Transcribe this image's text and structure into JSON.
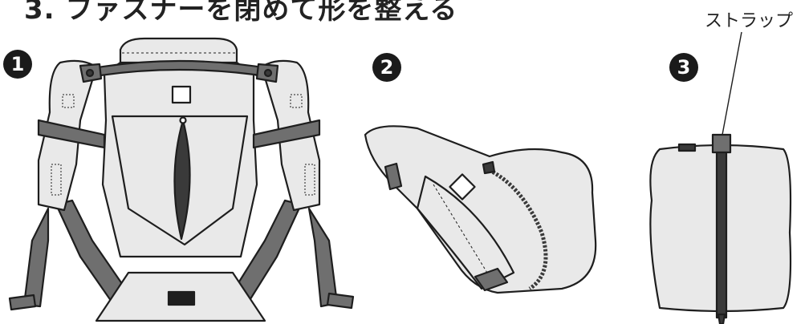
{
  "heading": "3. ファスナーを閉めて形を整える",
  "callout_label": "ストラップ",
  "steps": [
    {
      "number": "1"
    },
    {
      "number": "2"
    },
    {
      "number": "3"
    }
  ],
  "colors": {
    "outline": "#1e1e1e",
    "fabric": "#e9e9e9",
    "strap": "#6f6f6f",
    "zipper": "#3a3a3a",
    "badge": "#1b1b1b"
  }
}
